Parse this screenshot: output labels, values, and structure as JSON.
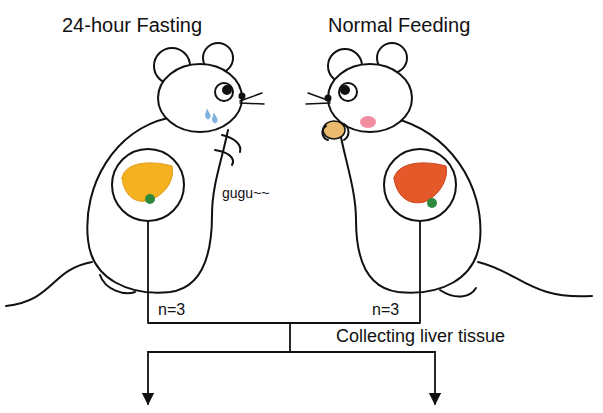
{
  "diagram": {
    "labels": [
      "24-hour Fasting",
      "Normal Feeding",
      "gugu~~",
      "n=3",
      "n=3",
      "Collecting liver tissue"
    ]
  }
}
